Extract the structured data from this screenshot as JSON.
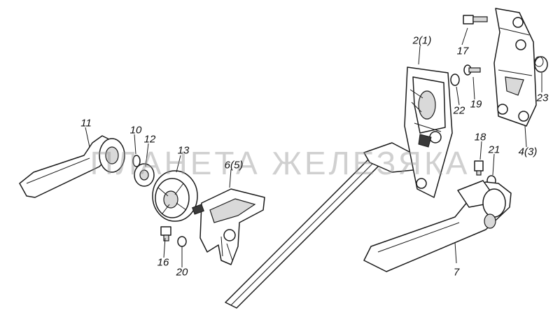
{
  "callouts": [
    {
      "id": "11",
      "text": "11"
    },
    {
      "id": "10",
      "text": "10"
    },
    {
      "id": "12",
      "text": "12"
    },
    {
      "id": "13",
      "text": "13"
    },
    {
      "id": "6_5",
      "text": "6(5)"
    },
    {
      "id": "16",
      "text": "16"
    },
    {
      "id": "20",
      "text": "20"
    },
    {
      "id": "2_1",
      "text": "2(1)"
    },
    {
      "id": "17",
      "text": "17"
    },
    {
      "id": "22",
      "text": "22"
    },
    {
      "id": "19",
      "text": "19"
    },
    {
      "id": "23",
      "text": "23"
    },
    {
      "id": "4_3",
      "text": "4(3)"
    },
    {
      "id": "18",
      "text": "18"
    },
    {
      "id": "21",
      "text": "21"
    },
    {
      "id": "7",
      "text": "7"
    }
  ],
  "watermark": "ПЛАНЕТА ЖЕЛЕЗЯКА",
  "colors": {
    "line": "#1a1a1a",
    "background": "#ffffff",
    "watermark": "#969696"
  }
}
